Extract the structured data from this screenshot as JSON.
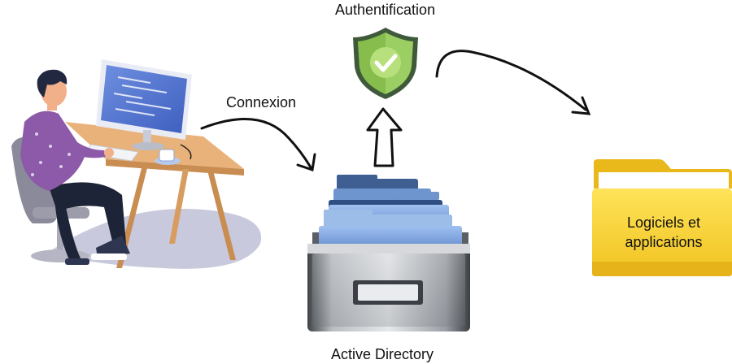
{
  "labels": {
    "authentication": "Authentification",
    "connection": "Connexion",
    "directory": "Active Directory",
    "folder_line1": "Logiciels et",
    "folder_line2": "applications"
  },
  "icons": {
    "user": "person-at-computer-icon",
    "shield": "shield-check-icon",
    "cabinet": "file-cabinet-drawer-icon",
    "folder": "folder-icon"
  },
  "colors": {
    "shield_green": "#8fc85a",
    "folder_yellow": "#f6d33a",
    "cabinet_steel": "#8e9298",
    "file_blue": "#5f8fd6",
    "desk_wood": "#e8b27a",
    "shirt_purple": "#8c5aa8",
    "arrow": "#111111"
  }
}
